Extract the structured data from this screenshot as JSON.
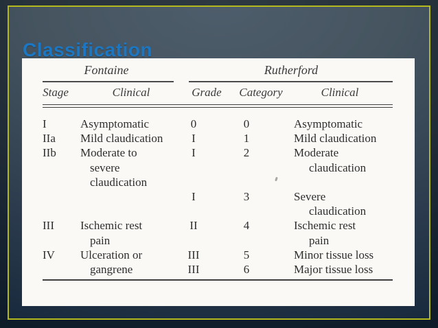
{
  "slide": {
    "title": "Classification",
    "title_color": "#1b77c3",
    "border_color": "#b3b81c",
    "background_top_color": "#4e5d6b",
    "background_bottom_color": "#132539"
  },
  "table": {
    "group_headers": [
      {
        "label": "Fontaine"
      },
      {
        "label": "Rutherford"
      }
    ],
    "column_headers": [
      "Stage",
      "Clinical",
      "Grade",
      "Category",
      "Clinical"
    ],
    "rows": [
      [
        {
          "t": "I"
        },
        {
          "t": "Asymptomatic"
        },
        {
          "t": "0"
        },
        {
          "t": "0"
        },
        {
          "t": "Asymptomatic"
        }
      ],
      [
        {
          "t": "IIa"
        },
        {
          "t": "Mild claudication"
        },
        {
          "t": "I"
        },
        {
          "t": "1"
        },
        {
          "t": "Mild claudication"
        }
      ],
      [
        {
          "t": "IIb"
        },
        {
          "t": "Moderate to"
        },
        {
          "t": "I"
        },
        {
          "t": "2"
        },
        {
          "t": "Moderate"
        }
      ],
      [
        {
          "t": ""
        },
        {
          "t": "severe",
          "ind": true
        },
        {
          "t": ""
        },
        {
          "t": ""
        },
        {
          "t": "claudication",
          "ind": true
        }
      ],
      [
        {
          "t": ""
        },
        {
          "t": "claudication",
          "ind": true
        },
        {
          "t": ""
        },
        {
          "t": ""
        },
        {
          "t": ""
        }
      ],
      [
        {
          "t": ""
        },
        {
          "t": ""
        },
        {
          "t": "I"
        },
        {
          "t": "3"
        },
        {
          "t": "Severe"
        }
      ],
      [
        {
          "t": ""
        },
        {
          "t": ""
        },
        {
          "t": ""
        },
        {
          "t": ""
        },
        {
          "t": "claudication",
          "ind": true
        }
      ],
      [
        {
          "t": "III"
        },
        {
          "t": "Ischemic rest"
        },
        {
          "t": "II"
        },
        {
          "t": "4"
        },
        {
          "t": "Ischemic rest"
        }
      ],
      [
        {
          "t": ""
        },
        {
          "t": "pain",
          "ind": true
        },
        {
          "t": ""
        },
        {
          "t": ""
        },
        {
          "t": "pain",
          "ind": true
        }
      ],
      [
        {
          "t": "IV"
        },
        {
          "t": "Ulceration or"
        },
        {
          "t": "III"
        },
        {
          "t": "5"
        },
        {
          "t": "Minor tissue loss"
        }
      ],
      [
        {
          "t": ""
        },
        {
          "t": "gangrene",
          "ind": true
        },
        {
          "t": "III"
        },
        {
          "t": "6"
        },
        {
          "t": "Major tissue loss"
        }
      ]
    ]
  }
}
